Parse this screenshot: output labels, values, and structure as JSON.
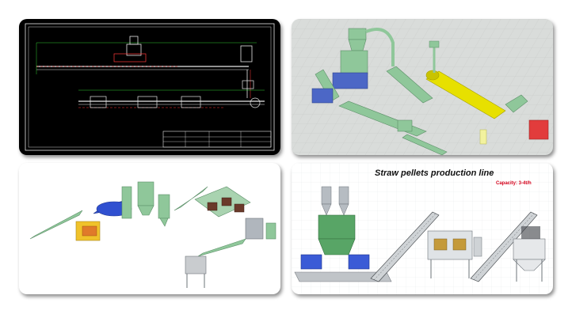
{
  "panels": {
    "cad": {
      "kind": "cad-layout-drawing"
    },
    "render_top": {
      "kind": "3d-render"
    },
    "render_bottom_left": {
      "kind": "3d-render"
    },
    "render_bottom_right": {
      "title": "Straw pellets production line",
      "capacity": "Capacity: 3-4t/h"
    }
  },
  "colors": {
    "cad_background": "#000000",
    "cad_lines": "#e8e8e8",
    "cad_red": "#ff3b3b",
    "cad_green": "#3cff3c",
    "machine_green": "#8fc79a",
    "dryer_yellow": "#e7e000",
    "dryer_blue": "#3050d0",
    "furnace_red": "#e23c3c",
    "capacity_red": "#d4001a"
  }
}
